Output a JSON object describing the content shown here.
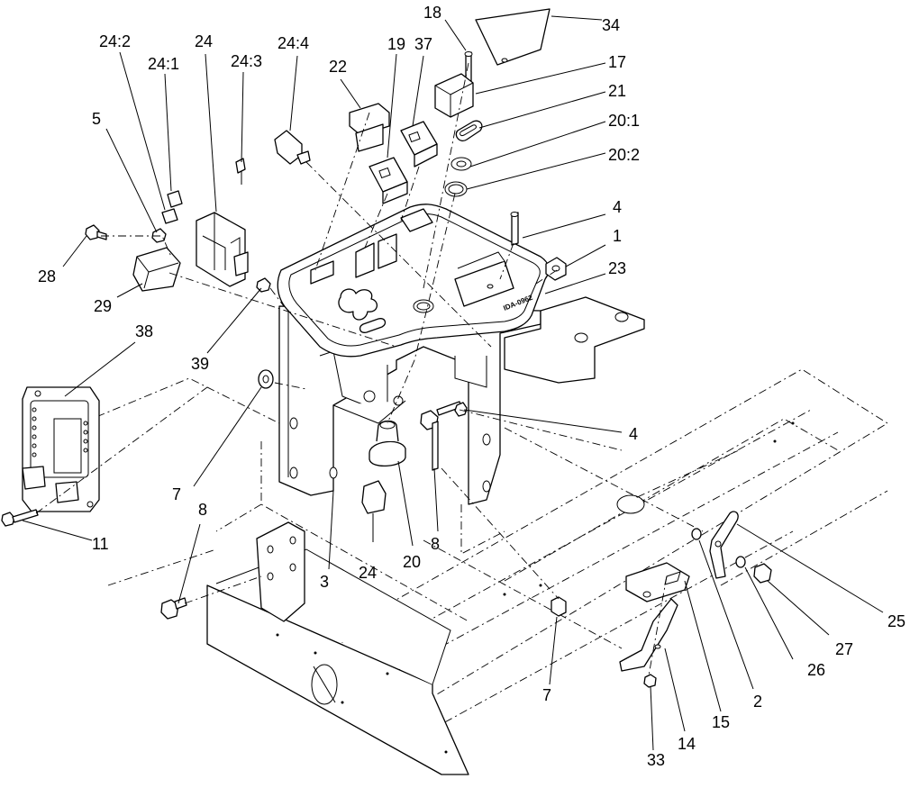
{
  "diagram": {
    "stamp": "IDA-0962",
    "callouts": {
      "c34": "34",
      "c18": "18",
      "c17": "17",
      "c21": "21",
      "c20_1": "20:1",
      "c20_2": "20:2",
      "c37": "37",
      "c19": "19",
      "c22": "22",
      "c24_4": "24:4",
      "c24": "24",
      "c24_3": "24:3",
      "c24_1": "24:1",
      "c24_2": "24:2",
      "c5": "5",
      "c28": "28",
      "c29": "29",
      "c39": "39",
      "c4a": "4",
      "c1": "1",
      "c23": "23",
      "c38": "38",
      "c4b": "4",
      "c7a": "7",
      "c11": "11",
      "c8a": "8",
      "c24b": "24",
      "c20": "20",
      "c8b": "8",
      "c3": "3",
      "c25": "25",
      "c27": "27",
      "c26": "26",
      "c2": "2",
      "c15": "15",
      "c14": "14",
      "c33": "33",
      "c7b": "7"
    }
  }
}
